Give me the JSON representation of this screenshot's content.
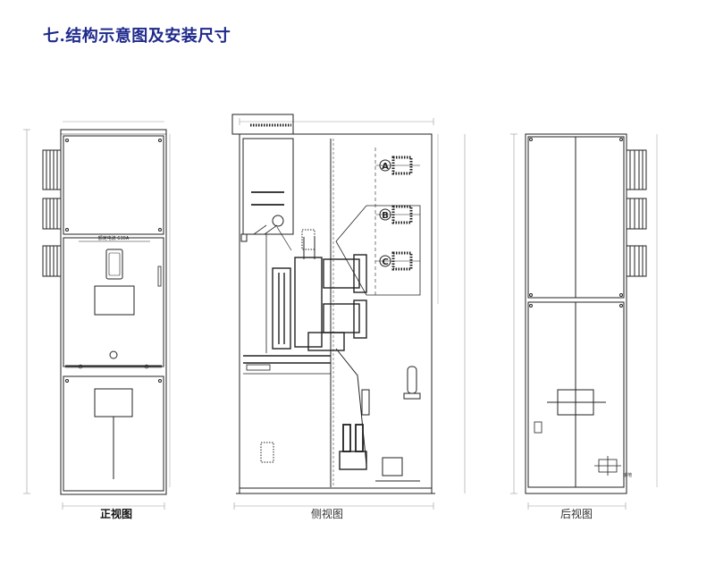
{
  "title": "七.结构示意图及安装尺寸",
  "views": {
    "front": {
      "caption": "正视图",
      "nameplate": "额定电流 630A"
    },
    "side": {
      "caption": "侧视图",
      "phase_labels": [
        "A",
        "B",
        "C"
      ]
    },
    "rear": {
      "caption": "后视图",
      "ground_label": "接地"
    }
  },
  "colors": {
    "title": "#1f2a8c",
    "line": "#222222"
  }
}
